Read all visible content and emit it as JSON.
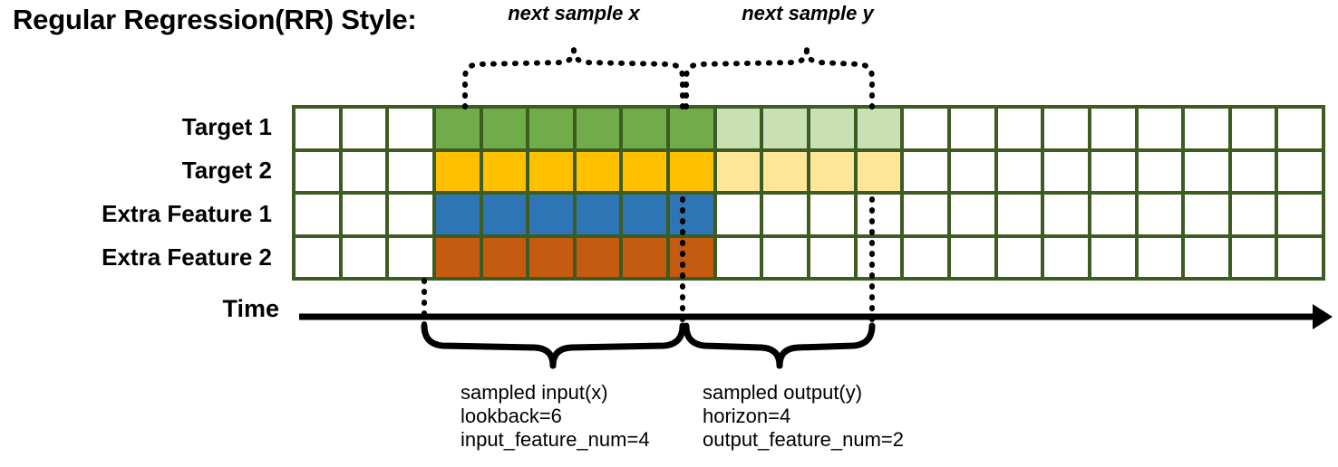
{
  "title": "Regular Regression(RR) Style:",
  "time_axis_label": "Time",
  "colors": {
    "grid_border": "#3d5c21",
    "target1": "#72ab4a",
    "target1_light": "#c8e0b4",
    "target2": "#ffc000",
    "target2_light": "#ffe699",
    "extra1": "#2e75b6",
    "extra2": "#c55a11",
    "empty": "#ffffff",
    "line": "#000000"
  },
  "grid": {
    "columns": 22,
    "rows": [
      {
        "label": "Target 1",
        "cells": [
          "empty",
          "empty",
          "empty",
          "target1",
          "target1",
          "target1",
          "target1",
          "target1",
          "target1",
          "target1_light",
          "target1_light",
          "target1_light",
          "target1_light",
          "empty",
          "empty",
          "empty",
          "empty",
          "empty",
          "empty",
          "empty",
          "empty",
          "empty"
        ]
      },
      {
        "label": "Target 2",
        "cells": [
          "empty",
          "empty",
          "empty",
          "target2",
          "target2",
          "target2",
          "target2",
          "target2",
          "target2",
          "target2_light",
          "target2_light",
          "target2_light",
          "target2_light",
          "empty",
          "empty",
          "empty",
          "empty",
          "empty",
          "empty",
          "empty",
          "empty",
          "empty"
        ]
      },
      {
        "label": "Extra Feature 1",
        "cells": [
          "empty",
          "empty",
          "empty",
          "extra1",
          "extra1",
          "extra1",
          "extra1",
          "extra1",
          "extra1",
          "empty",
          "empty",
          "empty",
          "empty",
          "empty",
          "empty",
          "empty",
          "empty",
          "empty",
          "empty",
          "empty",
          "empty",
          "empty"
        ]
      },
      {
        "label": "Extra Feature 2",
        "cells": [
          "empty",
          "empty",
          "empty",
          "extra2",
          "extra2",
          "extra2",
          "extra2",
          "extra2",
          "extra2",
          "empty",
          "empty",
          "empty",
          "empty",
          "empty",
          "empty",
          "empty",
          "empty",
          "empty",
          "empty",
          "empty",
          "empty",
          "empty"
        ]
      }
    ]
  },
  "top_braces": [
    {
      "label": "next sample x"
    },
    {
      "label": "next sample y"
    }
  ],
  "bottom_braces": [
    {
      "line1": "sampled input(x)",
      "line2": "lookback=6",
      "line3": "input_feature_num=4"
    },
    {
      "line1": "sampled output(y)",
      "line2": "horizon=4",
      "line3": "output_feature_num=2"
    }
  ]
}
